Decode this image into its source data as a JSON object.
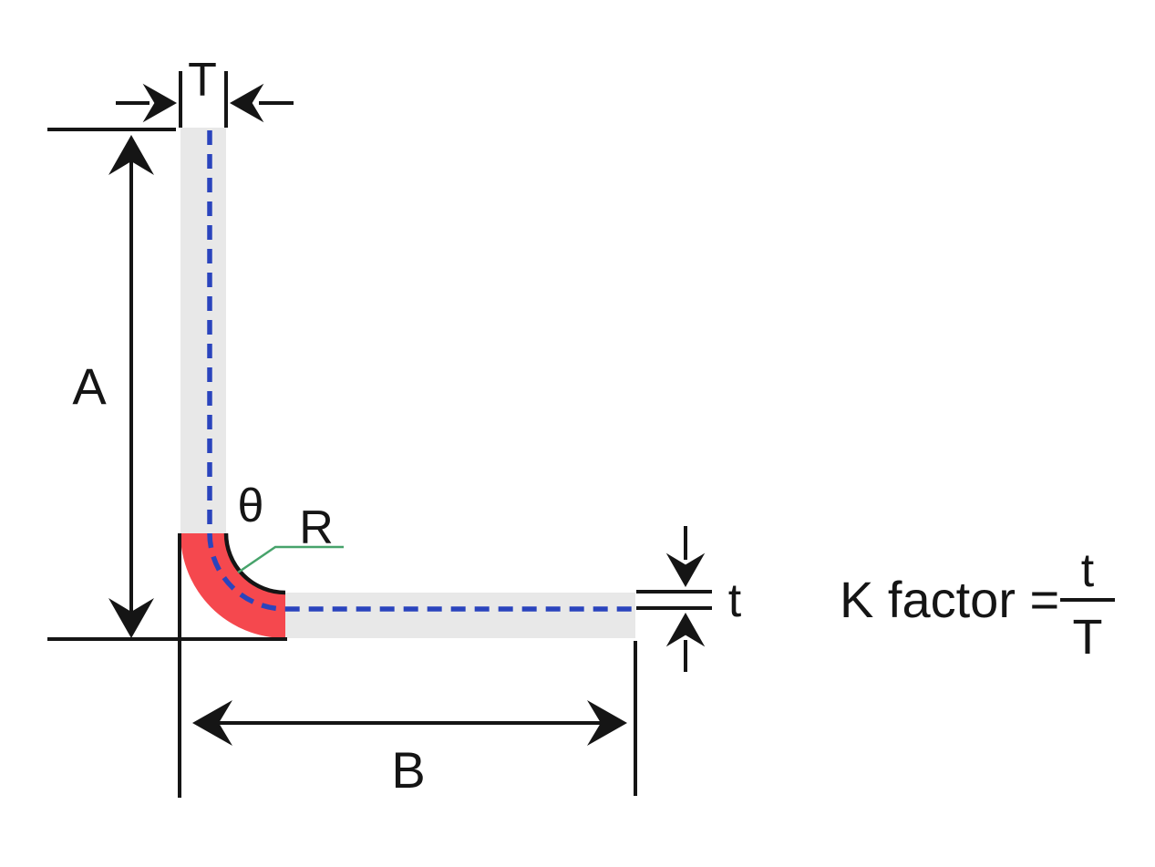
{
  "diagram": {
    "labels": {
      "thickness": "T",
      "flange_a": "A",
      "flange_b": "B",
      "bend_angle": "θ",
      "bend_radius": "R",
      "neutral_offset": "t"
    },
    "formula": {
      "lhs": "K factor =",
      "numerator": "t",
      "denominator": "T"
    },
    "colors": {
      "sheet": "#e8e8e8",
      "bend_region": "#f5484e",
      "neutral_axis": "#2a44bd",
      "radius_leader": "#47a36b",
      "ink": "#151515"
    }
  }
}
